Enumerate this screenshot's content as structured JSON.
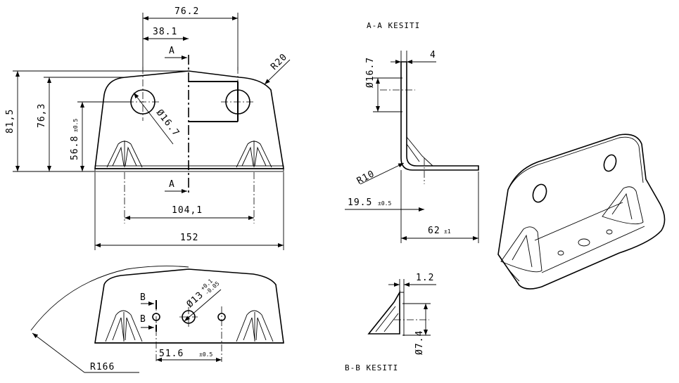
{
  "sections": {
    "aa_title": "A-A KESITI",
    "bb_title": "B-B KESITI",
    "label_a_top": "A",
    "label_a_bottom": "A",
    "label_b_top": "B",
    "label_b_bottom": "B"
  },
  "front_view": {
    "dim_top": "76.2",
    "dim_half": "38.1",
    "dim_height_total": "81,5",
    "dim_height_mid": "76,3",
    "dim_hole_height": "56.8",
    "dim_hole_height_tol": "±0.5",
    "dim_corner_radius": "R20",
    "dim_hole_dia": "Ø16.7",
    "dim_rib_spacing": "104,1",
    "dim_width": "152"
  },
  "section_aa": {
    "dim_hole_dia": "Ø16.7",
    "dim_thickness": "4",
    "dim_bend_radius": "R10",
    "dim_offset": "19.5",
    "dim_offset_tol": "±0.5",
    "dim_depth": "62",
    "dim_depth_tol": "±1"
  },
  "bottom_view": {
    "dim_outer_radius": "R166",
    "dim_center_hole": "Ø13",
    "dim_center_hole_tol_upper": "+0.1",
    "dim_center_hole_tol_lower": "-0.05",
    "dim_hole_spacing": "51.6",
    "dim_hole_spacing_tol": "±0.5"
  },
  "section_bb": {
    "dim_thickness": "1.2",
    "dim_hole_dia": "Ø7.4"
  }
}
